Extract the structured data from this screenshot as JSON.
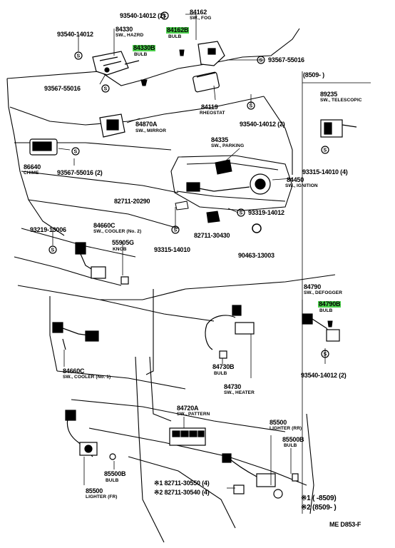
{
  "accent_color": "#4cd14c",
  "labels": {
    "p93540_14012_2_top": "93540-14012 (2)",
    "p84162": "84162",
    "p84162_sub": "SW., FOG",
    "p84162B": "84162B",
    "p84162B_sub": "BULB",
    "p84330": "84330",
    "p84330_sub": "SW., HAZRD",
    "p93540_14012_left": "93540-14012",
    "p84330B": "84330B",
    "p84330B_sub": "BULB",
    "p93567_55016_right": "93567-55016",
    "p93567_55016_left": "93567-55016",
    "p84119": "84119",
    "p84119_sub": "RHEOSTAT",
    "p93540_14012_2_mid": "93540-14012 (2)",
    "p84870A": "84870A",
    "p84870A_sub": "SW., MIRROR",
    "p86640": "86640",
    "p86640_sub": "CHIME",
    "p93567_55016_2": "93567-55016 (2)",
    "p84335": "84335",
    "p84335_sub": "SW., PARKING",
    "p84450": "84450",
    "p84450_sub": "SW., IGNITION",
    "p93319_14012": "93319-14012",
    "p82711_20290": "82711-20290",
    "p82711_30430": "82711-30430",
    "p90463_13003": "90463-13003",
    "p93219_13006": "93219-13006",
    "p84660C_top": "84660C",
    "p84660C_top_sub": "SW., COOLER (No. 2)",
    "p55905G": "55905G",
    "p55905G_sub": "KNOB",
    "p93315_14010": "93315-14010",
    "p84790": "84790",
    "p84790_sub": "SW., DEFOGGER",
    "p84790B": "84790B",
    "p84790B_sub": "BULB",
    "p93540_14012_2_bot": "93540-14012 (2)",
    "p84660C_bot": "84660C",
    "p84660C_bot_sub": "SW., COOLER (No. 1)",
    "p84730B": "84730B",
    "p84730B_sub": "BULB",
    "p84730": "84730",
    "p84730_sub": "SW., HEATER",
    "p84720A": "84720A",
    "p84720A_sub": "SW., PATTERN",
    "p85500_rr": "85500",
    "p85500_rr_sub": "LIGHTER (RR)",
    "p85500B_rr": "85500B",
    "p85500B_rr_sub": "BULB",
    "p85500B_fr": "85500B",
    "p85500B_fr_sub": "BULB",
    "p85500_fr": "85500",
    "p85500_fr_sub": "LIGHTER (FR)",
    "p82711_30550": "※1 82711-30550 (4)",
    "p82711_30540": "※2 82711-30540 (4)"
  },
  "telescopic": {
    "date_header": "(8509-      )",
    "part": "89235",
    "part_sub": "SW., TELESCOPIC",
    "screw": "93315-14010 (4)"
  },
  "legend": {
    "row1": "※1 (      -8509)",
    "row2": "※2 (8509-      )"
  },
  "footer_code": "ME  D853-F"
}
